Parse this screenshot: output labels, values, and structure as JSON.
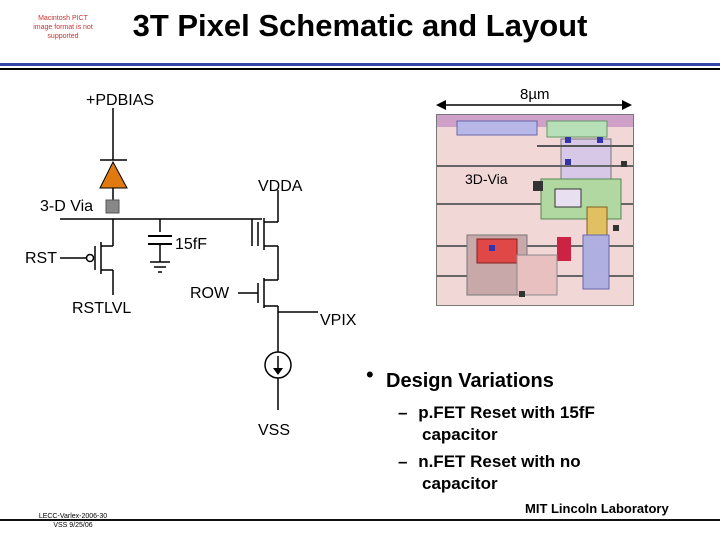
{
  "header": {
    "title": "3T Pixel Schematic and Layout",
    "pict_notice": "Macintosh PICT image format is not supported"
  },
  "schematic": {
    "pdbias_label": "+PDBIAS",
    "via_label": "3-D Via",
    "vdda_label": "VDDA",
    "rst_label": "RST",
    "cap_label": "15fF",
    "rstlvl_label": "RSTLVL",
    "row_label": "ROW",
    "vpix_label": "VPIX",
    "vss_label": "VSS"
  },
  "layout": {
    "dimension_label": "8µm",
    "via_label": "3D-Via"
  },
  "variations": {
    "heading": "Design Variations",
    "items": [
      {
        "dash": "–",
        "line1": "p.FET Reset with 15fF",
        "line2": "capacitor"
      },
      {
        "dash": "–",
        "line1": "n.FET Reset with no",
        "line2": "capacitor"
      }
    ]
  },
  "footer": {
    "left_line1": "LECC-Varlex-2006-30",
    "left_line2": "VSS 9/25/06",
    "right": "MIT Lincoln Laboratory"
  },
  "colors": {
    "diode_fill": "#e07a10",
    "rule_blue": "#3344aa",
    "layout_bg": "#f2d7d7"
  }
}
